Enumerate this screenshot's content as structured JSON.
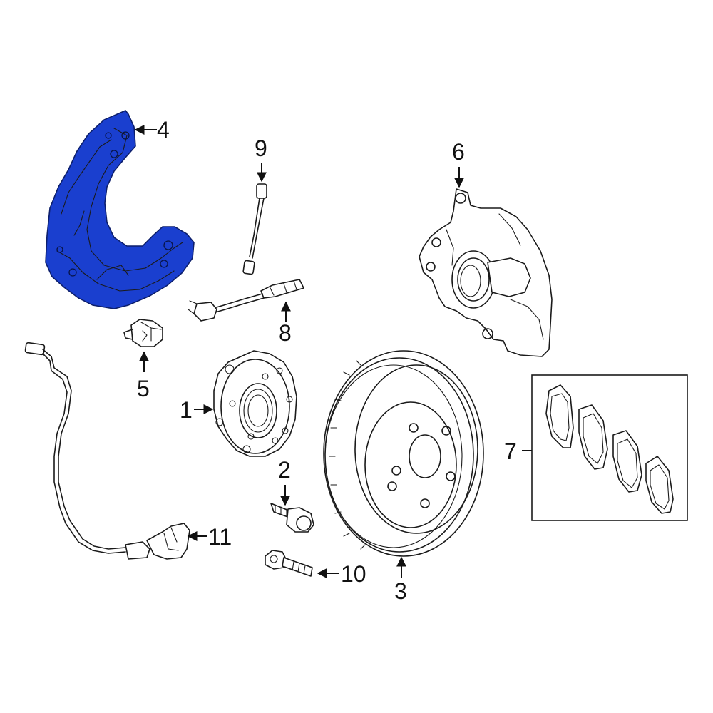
{
  "colors": {
    "highlight": "#1A3FCF",
    "line": "#1A1A1A",
    "background": "#FFFFFF"
  },
  "callouts": {
    "c1": "1",
    "c2": "2",
    "c3": "3",
    "c4": "4",
    "c5": "5",
    "c6": "6",
    "c7": "7",
    "c8": "8",
    "c9": "9",
    "c10": "10",
    "c11": "11"
  }
}
